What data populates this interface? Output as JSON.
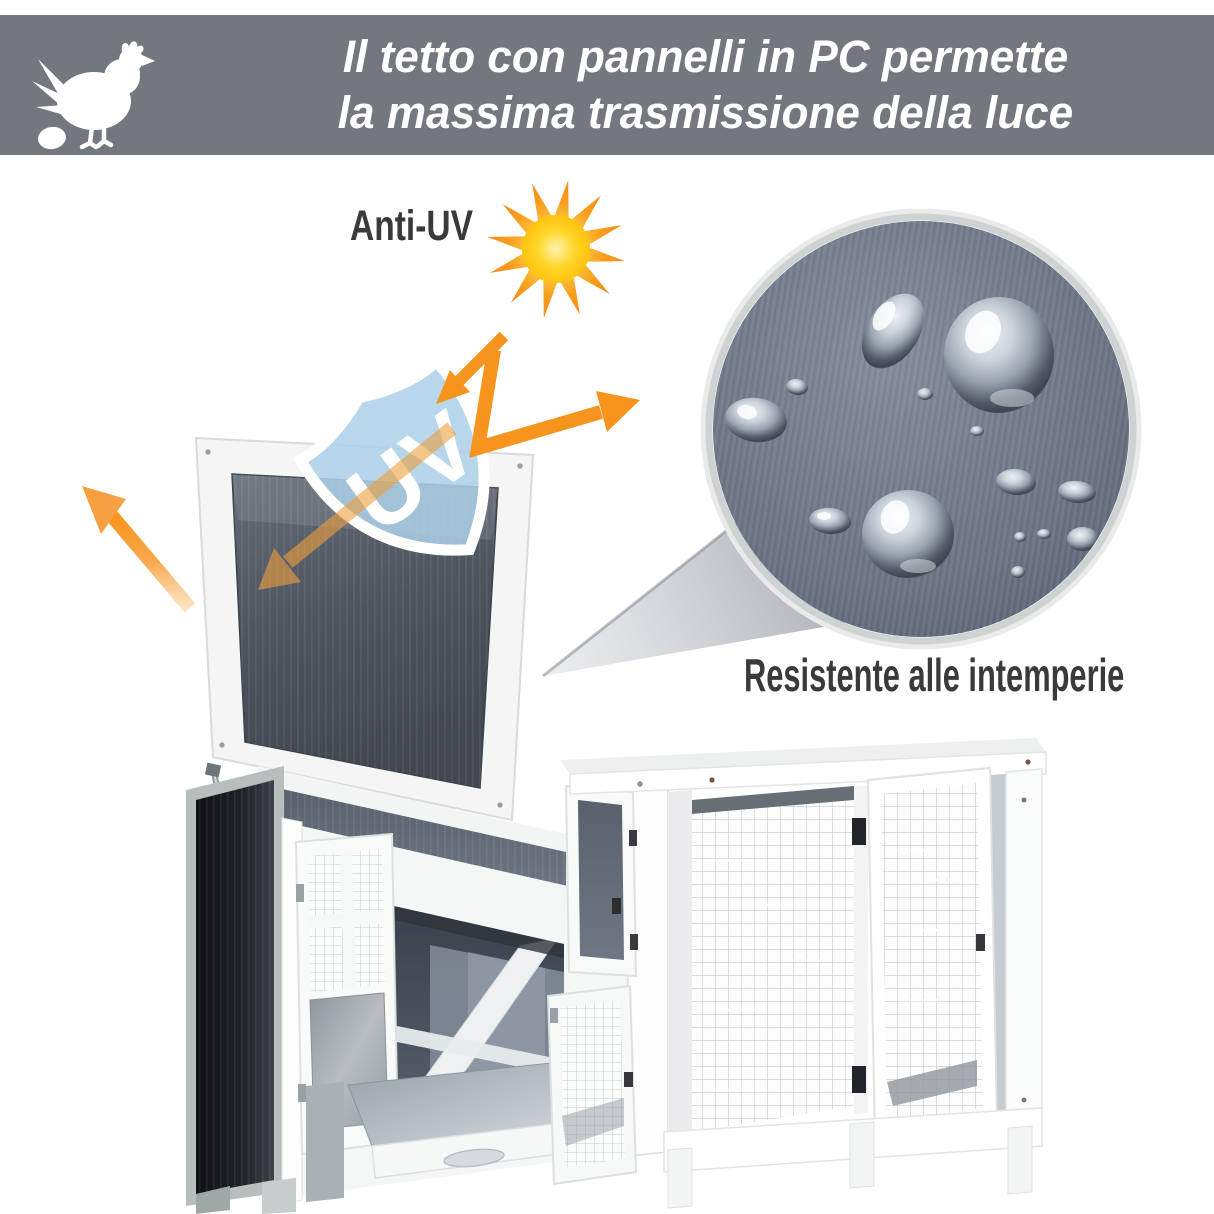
{
  "banner": {
    "line1": "Il tetto con pannelli in PC permette",
    "line2": "la massima trasmissione della luce",
    "bg_color": "#75777F",
    "text_color": "#FFFFFF"
  },
  "callouts": {
    "anti_uv": {
      "label": "Anti-UV",
      "color": "#3A3A3C"
    },
    "uv_badge": {
      "label": "UV",
      "shield_color": "#ABD0E9",
      "text_color": "#FFFFFF"
    },
    "weatherproof": {
      "label": "Resistente alle intemperie",
      "color": "#3A3A3C"
    }
  },
  "icons": {
    "chicken": "hen-with-egg-silhouette",
    "sun": "sun-burst",
    "shield": "uv-protection-shield",
    "arrows": "uv-reflection-arrows",
    "inset": "water-droplets-macro-circle"
  },
  "palette": {
    "banner_gray": "#75777F",
    "arrow_orange": "#F7941D",
    "sun_yellow": "#FFC20E",
    "shield_blue": "#ABD0E9",
    "inset_surface": "#6E7686",
    "pc_panel_dark": "#4E5560",
    "coop_white": "#FFFFFF"
  }
}
